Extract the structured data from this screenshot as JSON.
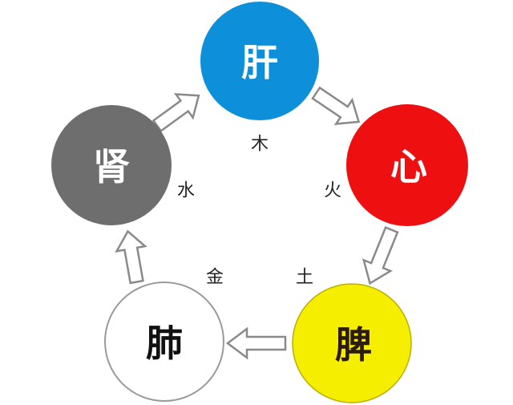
{
  "organs": [
    {
      "id": "liver",
      "label": "肝",
      "fill": "#0e8fd9",
      "text_color": "#ffffff",
      "stroke": "none"
    },
    {
      "id": "heart",
      "label": "心",
      "fill": "#ee1010",
      "text_color": "#ffffff",
      "stroke": "none"
    },
    {
      "id": "spleen",
      "label": "脾",
      "fill": "#f5ee00",
      "text_color": "#2b1a12",
      "stroke": "#b8b000"
    },
    {
      "id": "lung",
      "label": "肺",
      "fill": "#ffffff",
      "text_color": "#111111",
      "stroke": "#9a9a9a"
    },
    {
      "id": "kidney",
      "label": "肾",
      "fill": "#6e6e6e",
      "text_color": "#ffffff",
      "stroke": "none"
    }
  ],
  "elements": {
    "wood": "木",
    "fire": "火",
    "earth": "土",
    "metal": "金",
    "water": "水"
  },
  "arrow_style": {
    "fill": "#ffffff",
    "outline": "#8a8a8a"
  }
}
